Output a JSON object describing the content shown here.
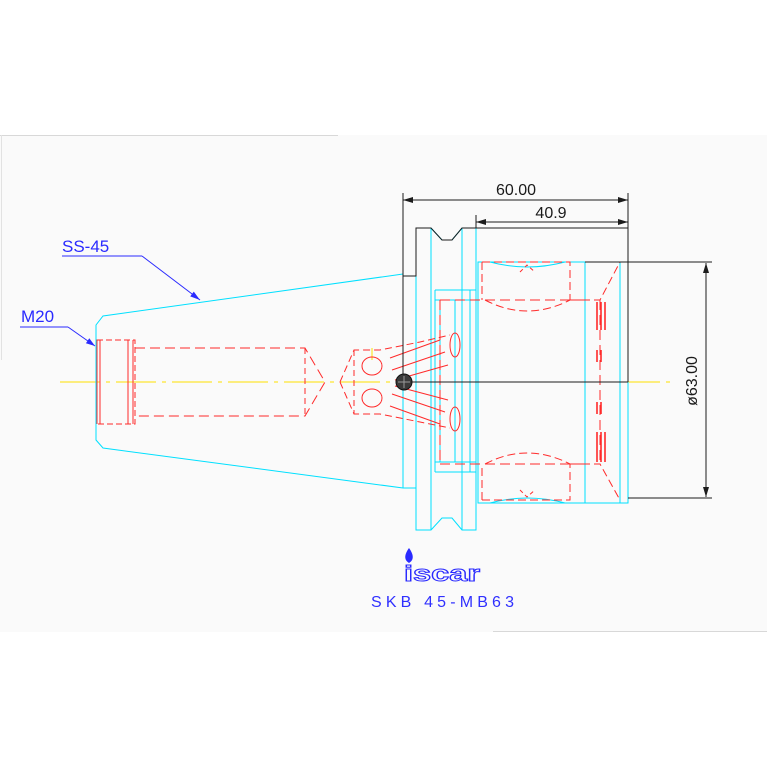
{
  "dimensions": {
    "overall_length": "60.00",
    "body_length": "40.9",
    "diameter": "ø63.00"
  },
  "callouts": {
    "shank": "SS-45",
    "thread": "M20"
  },
  "title_block": {
    "brand_logo": "iscar",
    "part_number": "SKB 45-MB63"
  },
  "colors": {
    "outline": "#00e0ff",
    "hidden_lines": "#ff2a2a",
    "section_and_dimensions": "#1c1c1c",
    "annotations": "#2a2aff",
    "centerline": "#ffe000"
  },
  "icons": {
    "section_marker": "filled-circle-icon",
    "logo_mark": "drop-icon"
  }
}
